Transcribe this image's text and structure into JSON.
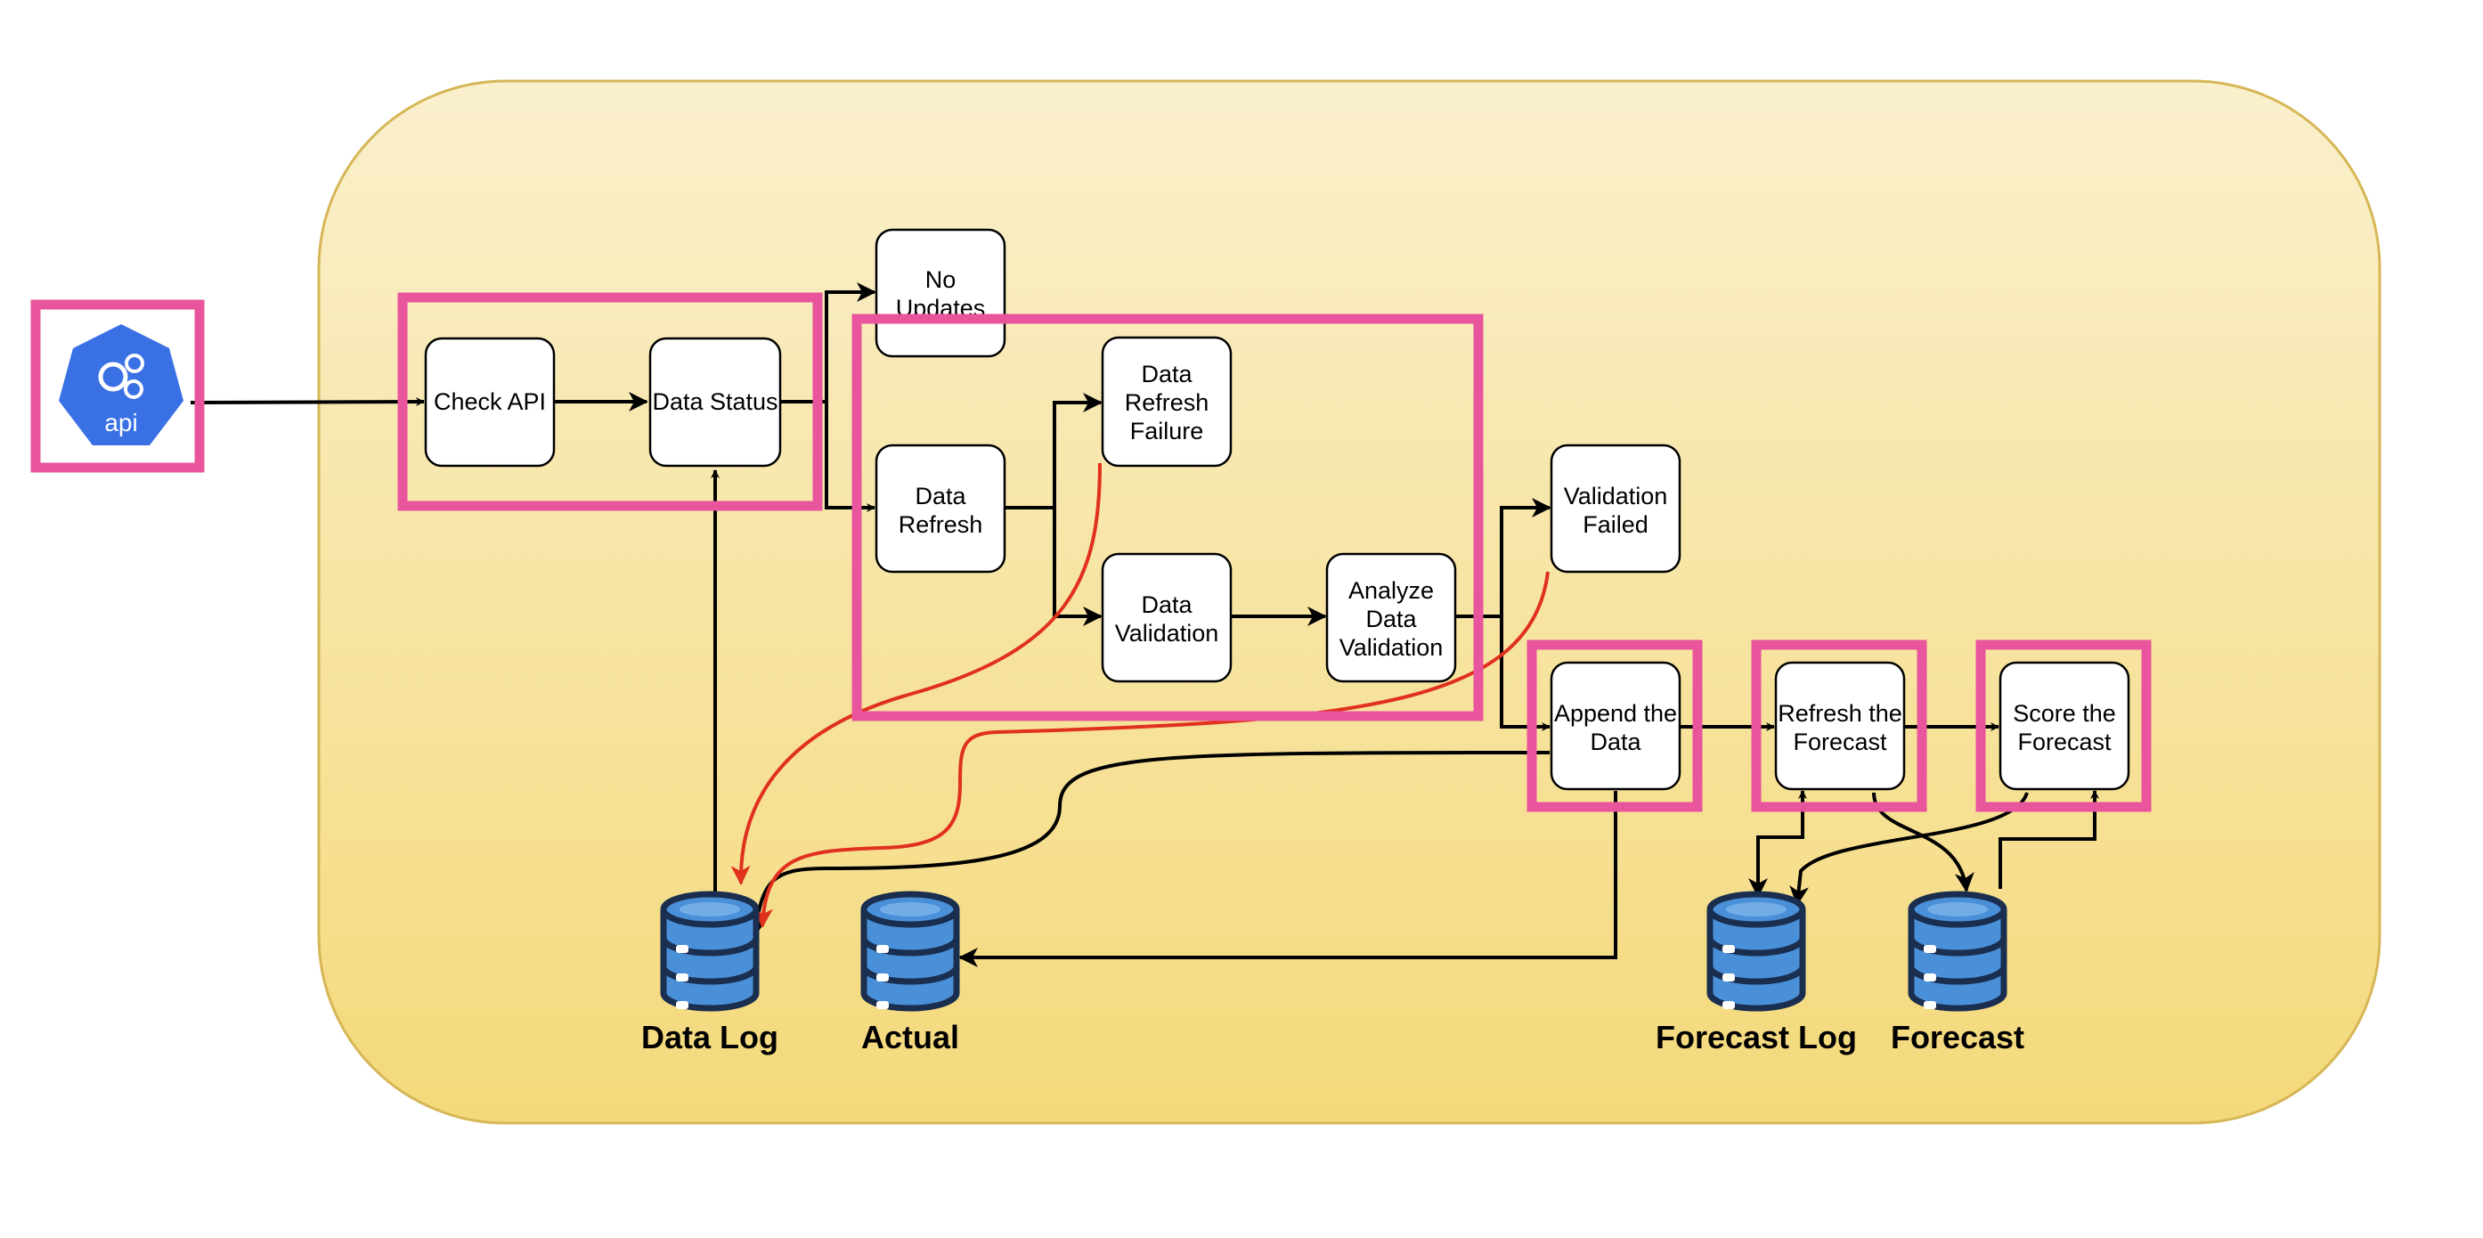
{
  "diagram": {
    "api_label": "api",
    "nodes": {
      "check_api": "Check API",
      "data_status": "Data Status",
      "no_updates": [
        "No",
        "Updates"
      ],
      "data_refresh": [
        "Data",
        "Refresh"
      ],
      "data_refresh_failure": [
        "Data",
        "Refresh",
        "Failure"
      ],
      "data_validation": [
        "Data",
        "Validation"
      ],
      "analyze_data_validation": [
        "Analyze",
        "Data",
        "Validation"
      ],
      "validation_failed": [
        "Validation",
        "Failed"
      ],
      "append_the_data": [
        "Append the",
        "Data"
      ],
      "refresh_the_forecast": [
        "Refresh the",
        "Forecast"
      ],
      "score_the_forecast": [
        "Score the",
        "Forecast"
      ]
    },
    "databases": {
      "data_log": "Data Log",
      "actual": "Actual",
      "forecast_log": "Forecast Log",
      "forecast": "Forecast"
    },
    "colors": {
      "highlight": "#e8559c",
      "panel_top": "#faf0cd",
      "panel_bottom": "#f4d97a",
      "panel_border": "#d6b656",
      "error_line": "#e0301e",
      "db_fill": "#4a90d9",
      "db_outline": "#1a2e4f",
      "api_blue": "#3970e4"
    }
  }
}
